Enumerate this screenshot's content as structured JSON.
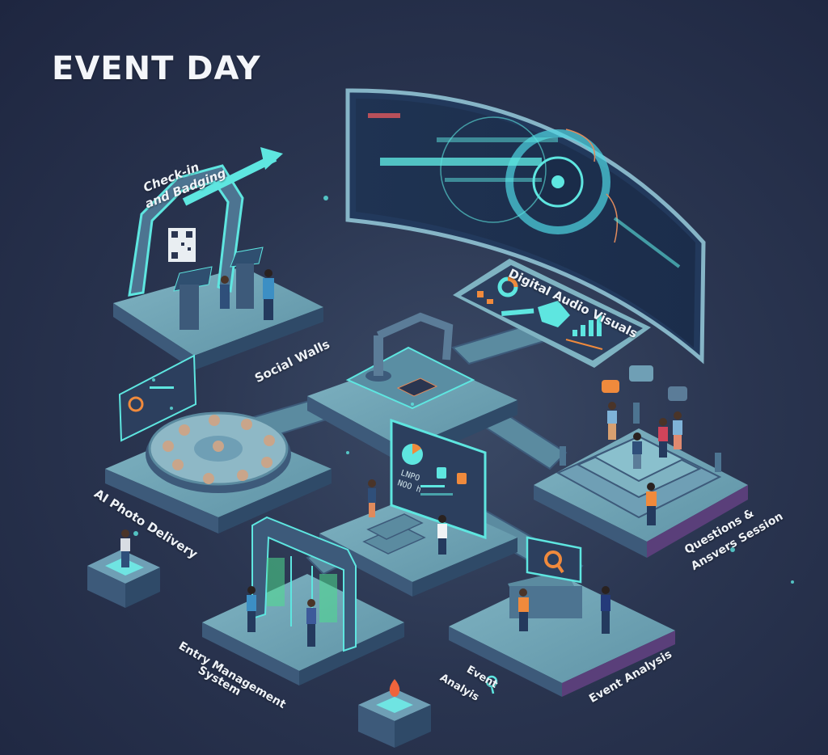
{
  "title": "EVENT DAY",
  "labels": {
    "checkin": [
      "Check-in",
      "and Badging"
    ],
    "social_walls": "Social Walls",
    "digital_audio_visuals": "Digital Audio Visuals",
    "ai_photo_delivery": "AI Photo Delivery",
    "qa_session": [
      "Questions &",
      "Ansvers Session"
    ],
    "entry_management": [
      "Entry Management",
      "System"
    ],
    "event_analysis_small": [
      "Event",
      "Analyis"
    ],
    "event_analysis": "Event Analysis"
  },
  "center_screen_text": [
    "LNPO",
    "NOO h"
  ],
  "icons": [
    "arrow-up-right-icon",
    "qr-code-icon",
    "kiosk-icon",
    "robot-arm-icon",
    "pie-chart-icon",
    "thumbs-up-icon",
    "thumbs-down-icon",
    "chat-bubble-icon",
    "magnifier-icon",
    "flame-icon",
    "photo-wheel-icon",
    "holographic-screen-icon"
  ],
  "colors": {
    "background": "#2a3550",
    "platform_top": "#6fa3b4",
    "platform_side": "#3d5a7a",
    "accent_cyan": "#5ee6e0",
    "accent_orange": "#f08a3c",
    "accent_purple": "#5a3f7a",
    "text": "#eef2f7"
  }
}
